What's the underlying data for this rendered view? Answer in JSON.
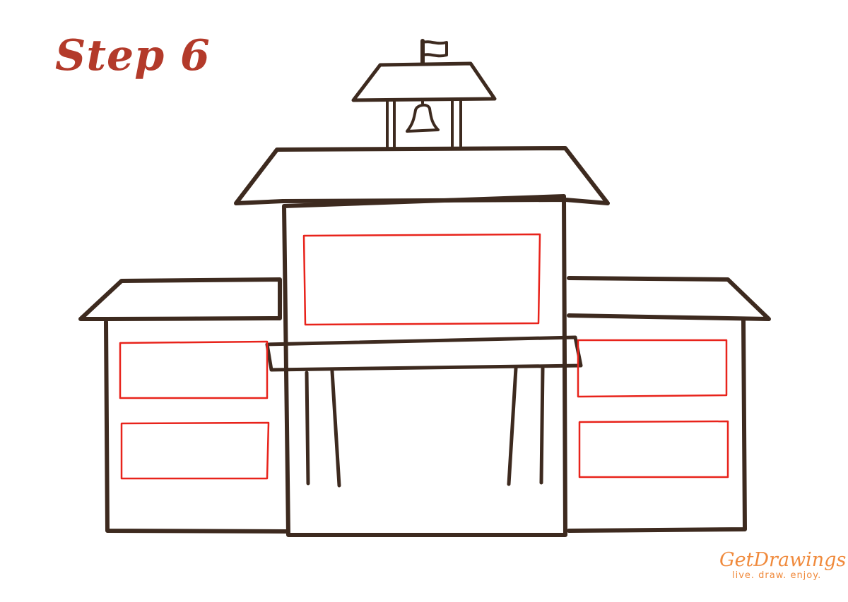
{
  "title": "Step 6",
  "logo": {
    "name": "GetDrawings",
    "tagline": "live. draw. enjoy."
  },
  "colors": {
    "outline": "#3d2a1f",
    "highlight": "#e8231b",
    "title": "#b33a2a",
    "logo": "#f08a3c",
    "background": "#ffffff"
  }
}
